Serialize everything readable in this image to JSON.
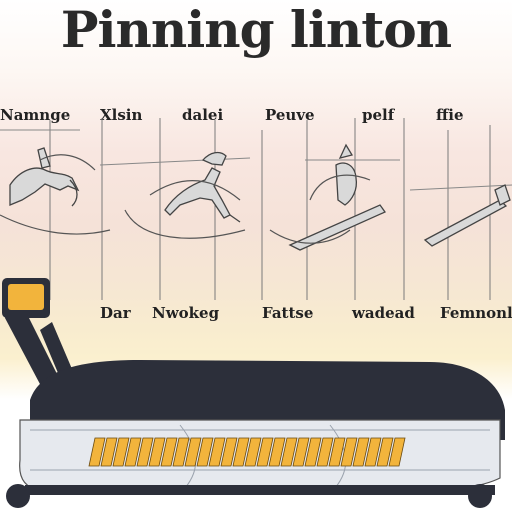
{
  "title": "Pinning linton",
  "top_labels": [
    "Namnge",
    "Xlsin",
    "dalei",
    "Peuve",
    "pelf",
    "ffie"
  ],
  "bottom_labels": [
    "Dar",
    "Nwokeg",
    "Fattse",
    "wadead",
    "Femnonle"
  ],
  "colors": {
    "title": "#2a2a2a",
    "ink": "#555555",
    "accent": "#f2b43c",
    "machine": "#2c2f3a"
  }
}
